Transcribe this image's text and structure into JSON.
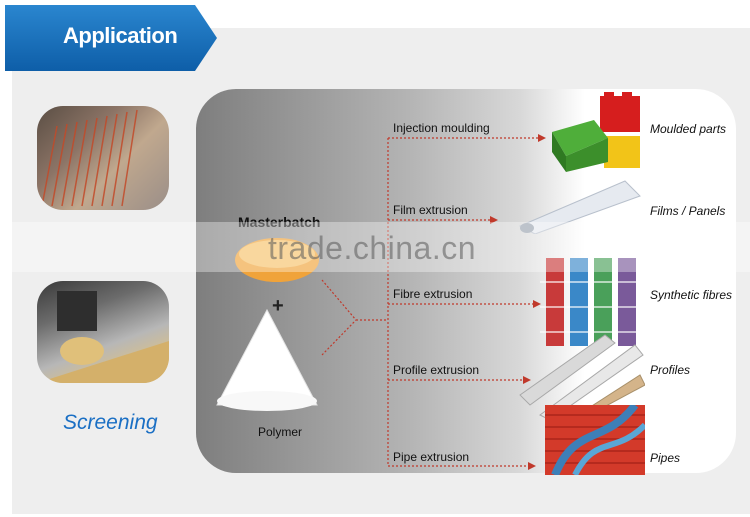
{
  "header": {
    "title": "Application"
  },
  "sidebar": {
    "caption": "Screening"
  },
  "diagram": {
    "input_label": "Masterbatch",
    "plus_sign": "+",
    "base_label": "Polymer",
    "processes": [
      "Injection moulding",
      "Film extrusion",
      "Fibre extrusion",
      "Profile extrusion",
      "Pipe extrusion"
    ],
    "products": [
      "Moulded parts",
      "Films / Panels",
      "Synthetic fibres",
      "Profiles",
      "Pipes"
    ],
    "connector_color": "#c0392b"
  },
  "watermark": "trade.china.cn"
}
